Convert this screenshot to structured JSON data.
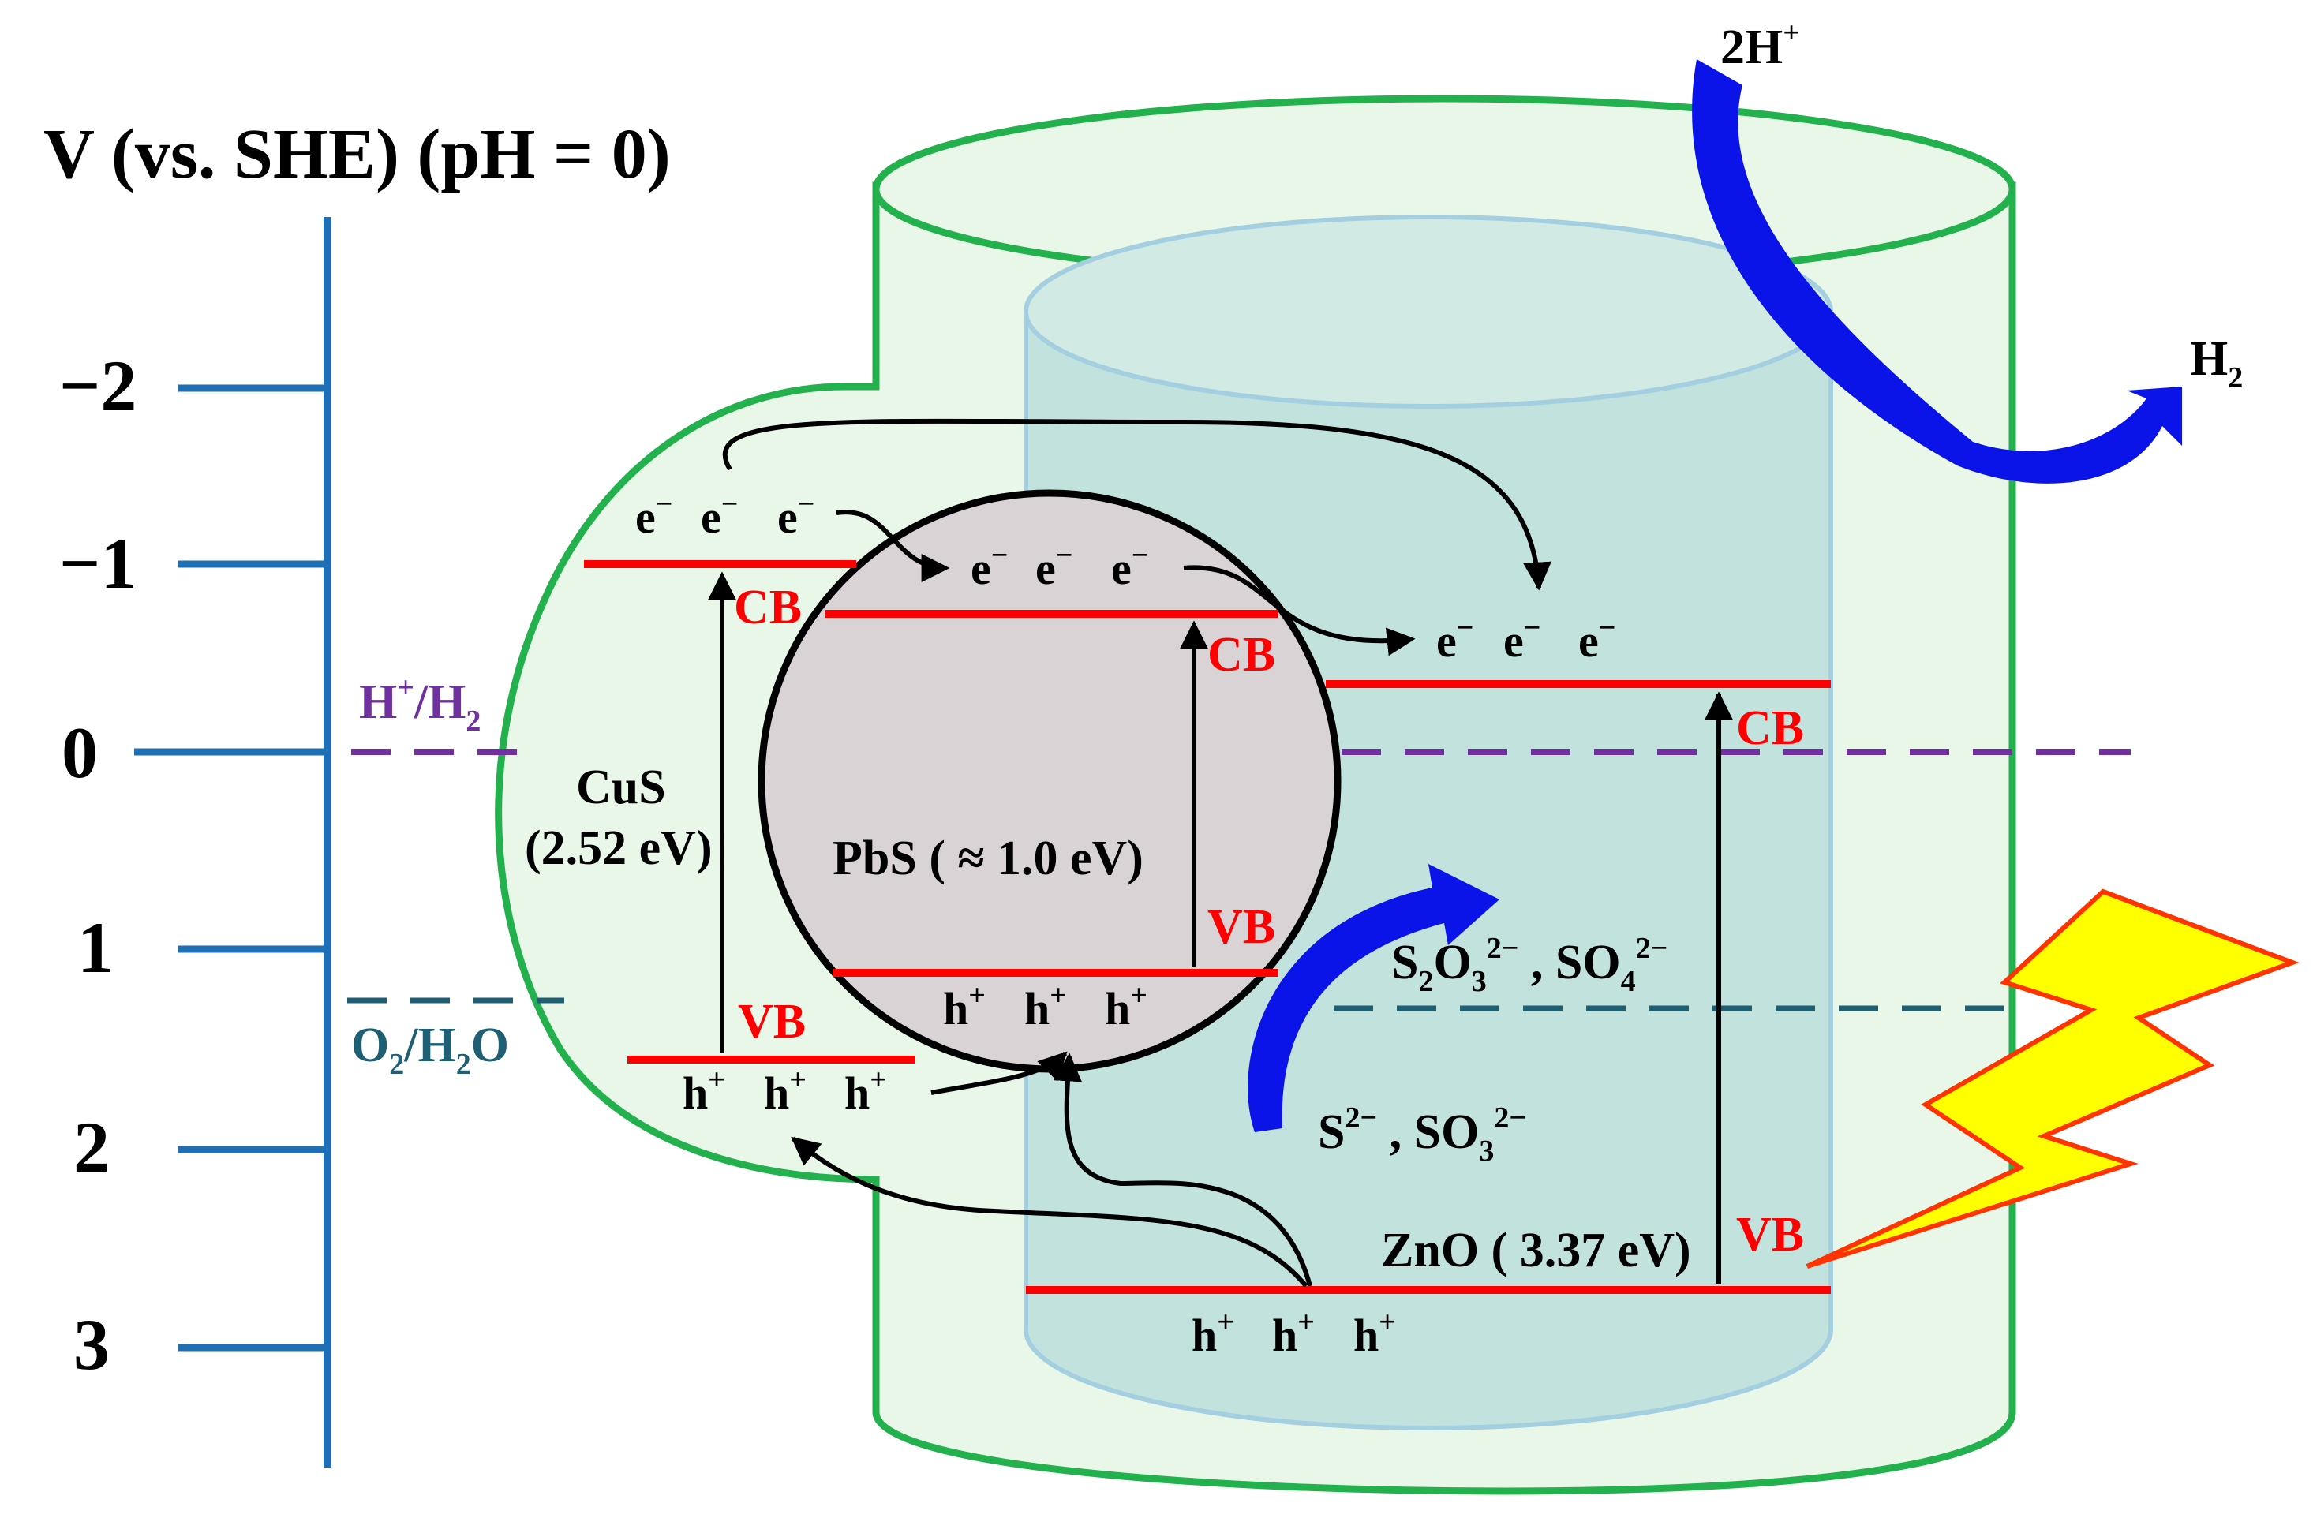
{
  "axis": {
    "title": "V (vs. SHE) (pH = 0)",
    "ticks": [
      "−2",
      "−1",
      "0",
      "1",
      "2",
      "3"
    ]
  },
  "redox": {
    "h2": {
      "main": "H",
      "sup": "+",
      "rest": "/H",
      "sub": "2"
    },
    "o2": {
      "main": "O",
      "sub1": "2",
      "mid": "/H",
      "sub2": "2",
      "end": "O"
    }
  },
  "materials": {
    "cus": {
      "name": "CuS",
      "gap": "(2.52 eV)"
    },
    "pbs": {
      "label": "PbS ( ≈ 1.0 eV)"
    },
    "zno": {
      "label": "ZnO ( 3.37 eV)"
    }
  },
  "bands": {
    "cb": "CB",
    "vb": "VB"
  },
  "carriers": {
    "electron": "e",
    "electron_sup": "−",
    "hole": "h",
    "hole_sup": "+"
  },
  "species": {
    "two_h": {
      "main": "2H",
      "sup": "+"
    },
    "h2": {
      "main": "H",
      "sub": "2"
    },
    "products": {
      "s": "S",
      "s_sub": "2",
      "o": "O",
      "o_sub": "3",
      "charge": "2−",
      "sep": " , SO",
      "sub4": "4",
      "charge2": "2−"
    },
    "reactants": {
      "s": "S",
      "charge": "2−",
      "sep": " , SO",
      "sub3": "3",
      "charge2": "2−"
    }
  },
  "colors": {
    "axis": "#1f6fb5",
    "band_edge": "#ff0000",
    "h2_line": "#7030a0",
    "o2_line": "#1f5f74",
    "outer_cylinder": "#e8f7e8",
    "outer_stroke": "#22b14c",
    "inner_cylinder": "#c2e2dd",
    "pbs_fill": "#d9d3d5",
    "blue_arrow": "#0a14e8",
    "lightning": "#ffff00"
  }
}
